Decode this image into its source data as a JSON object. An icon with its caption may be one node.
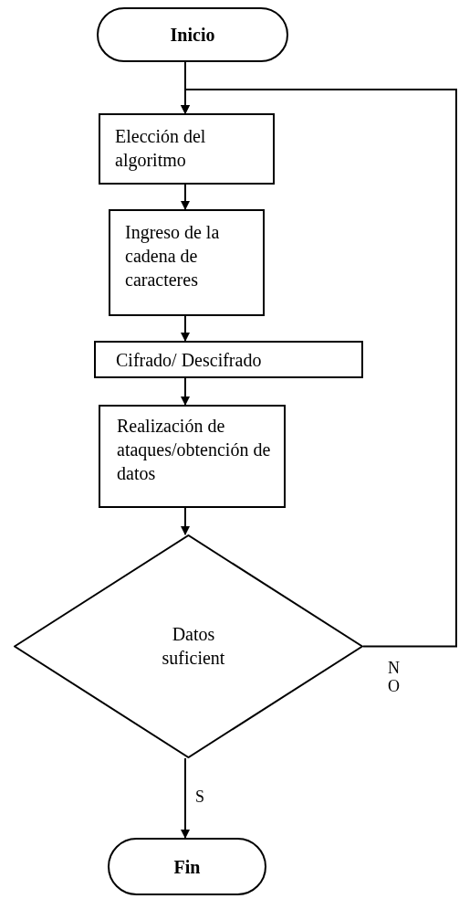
{
  "diagram": {
    "nodes": [
      {
        "text": [
          "Inicio"
        ]
      },
      {
        "text": [
          "Elección del algoritmo"
        ]
      },
      {
        "text": [
          "Ingreso de la cadena de caracteres"
        ]
      },
      {
        "text": [
          "Cifrado/ Descifrado"
        ]
      },
      {
        "text": [
          "Realización de ataques/obtención de datos"
        ]
      },
      {
        "text": [
          "Datos suficient"
        ]
      },
      {
        "text": [
          "Fin"
        ]
      }
    ],
    "edges": [
      {
        "from": 0,
        "to": 1,
        "arrow": "to"
      },
      {
        "from": 1,
        "to": 2,
        "arrow": "to"
      },
      {
        "from": 2,
        "to": 3,
        "arrow": "to"
      },
      {
        "from": 3,
        "to": 4,
        "arrow": "to"
      },
      {
        "from": 4,
        "to": 5,
        "arrow": "to"
      },
      {
        "from": 5,
        "to": 6,
        "arrow": "to",
        "label": "S"
      },
      {
        "from": 5,
        "to": 1,
        "arrow": "to",
        "label": "NO"
      }
    ]
  }
}
